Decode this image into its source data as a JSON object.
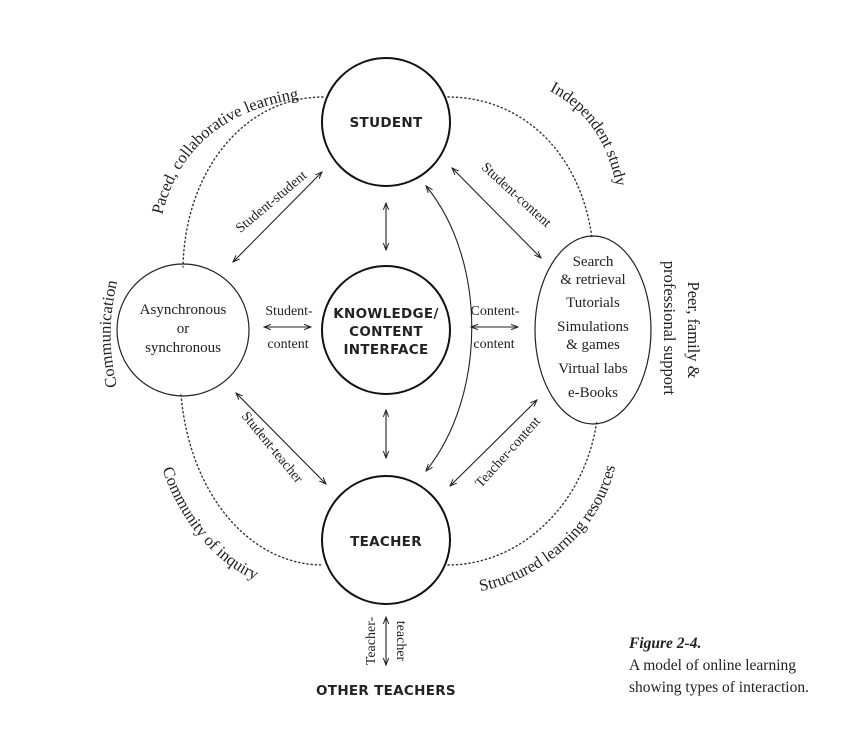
{
  "nodes": {
    "student": "STUDENT",
    "knowledge": [
      "KNOWLEDGE/",
      "CONTENT",
      "INTERFACE"
    ],
    "teacher": "TEACHER",
    "other_teachers": "OTHER TEACHERS",
    "communication_mode": [
      "Asynchronous",
      "or",
      "synchronous"
    ],
    "resources": [
      "Search",
      "& retrieval",
      "Tutorials",
      "Simulations",
      "& games",
      "Virtual labs",
      "e-Books"
    ]
  },
  "edges": {
    "student_student": "Student-student",
    "student_content": "Student-content",
    "student_teacher": "Student-teacher",
    "teacher_content": "Teacher-content",
    "mid_left": [
      "Student-",
      "content"
    ],
    "mid_right": [
      "Content-",
      "content"
    ],
    "teacher_teacher": [
      "Teacher-",
      "teacher"
    ]
  },
  "arcs": {
    "top_left": "Paced, collaborative learning",
    "top_right": "Independent study",
    "left": "Communication",
    "right": [
      "Peer, family &",
      "professional support"
    ],
    "bottom_left": "Community of inquiry",
    "bottom_right": "Structured learning resources"
  },
  "caption": {
    "figure": "Figure 2-4.",
    "text": "A model of online learning showing types of interaction."
  }
}
